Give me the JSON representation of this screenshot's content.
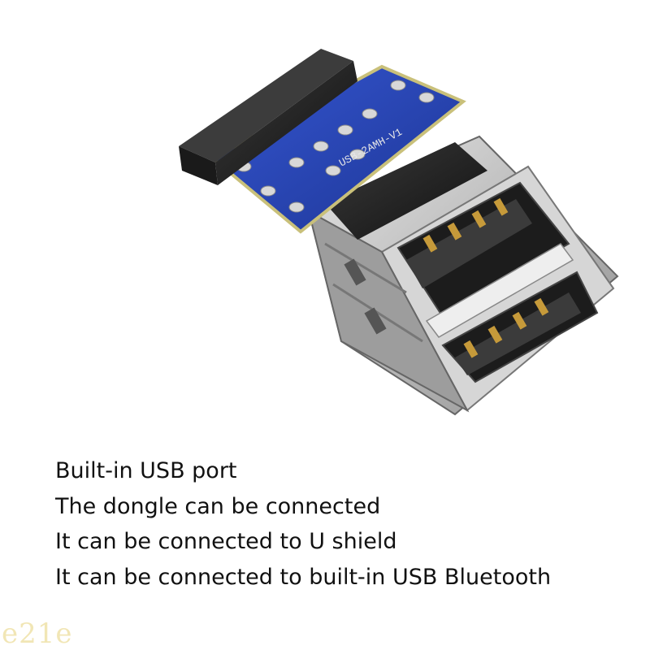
{
  "photo": {
    "subject": "usb-header-adapter",
    "pcb_marking": "USB-2AMH-V1"
  },
  "features": [
    "Built-in USB port",
    "The dongle can be connected",
    "It can be connected to U shield",
    "It can be connected to built-in USB Bluetooth"
  ],
  "watermark": "e21e",
  "colors": {
    "pcb": "#2847b8",
    "metal": "#c9c9c9",
    "connector_black": "#222222",
    "text": "#111111",
    "watermark": "#e7d27a"
  }
}
